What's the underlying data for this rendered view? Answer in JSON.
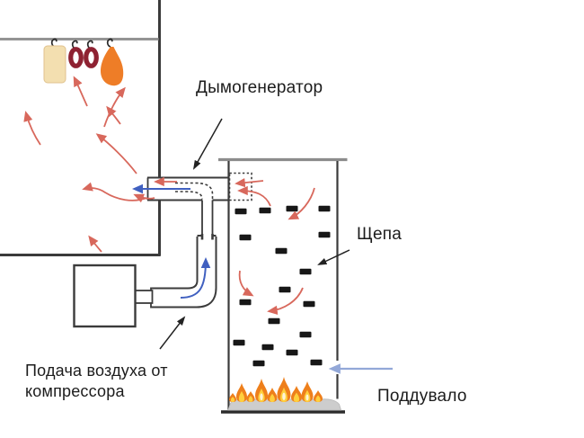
{
  "diagram": {
    "type": "smokehouse-smoke-generator-scheme",
    "labels": {
      "smoke_generator": "Дымогенератор",
      "wood_chips": "Щепа",
      "air_vent": "Поддувало",
      "air_supply": "Подача воздуха от компрессора"
    },
    "colors": {
      "outline": "#3b3b3b",
      "smoke_arrow": "#d8685c",
      "air_arrow": "#4060c0",
      "vent_arrow": "#93a8d8",
      "flame_orange": "#ee7f1b",
      "flame_yellow": "#ffcf3d",
      "flame_core": "#fdf4d8",
      "chip_black": "#171717",
      "ham_orange": "#ee7d27",
      "sausage_red": "#8e2232",
      "lard_cream": "#f3dfb0",
      "base_gray": "#cdcdcd",
      "rail_gray": "#949494",
      "pointer_black": "#222222"
    }
  }
}
